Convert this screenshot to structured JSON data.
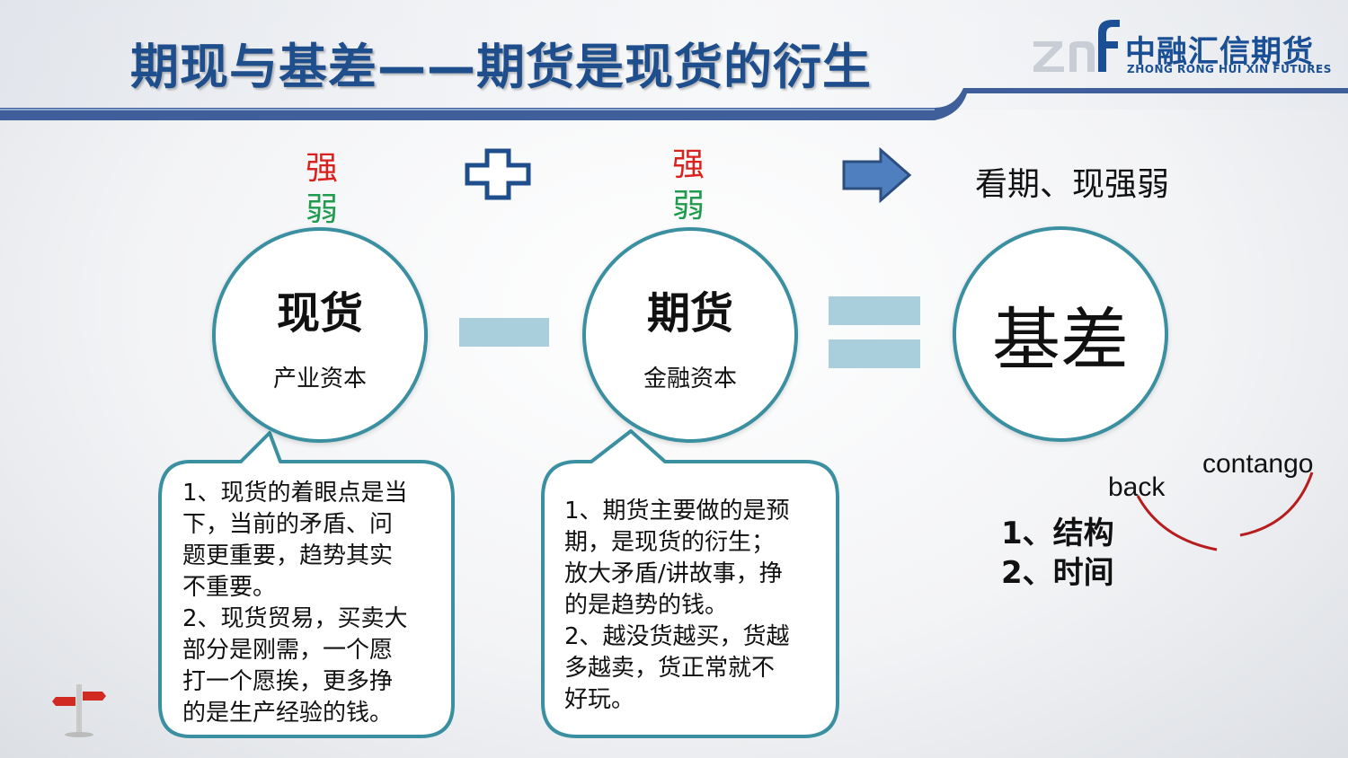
{
  "header": {
    "title": "期现与基差——期货是现货的衍生",
    "logo_cn": "中融汇信期货",
    "logo_en": "ZHONG RONG HUI XIN FUTURES",
    "logo_mark": "znf"
  },
  "spot": {
    "strong": "强",
    "weak": "弱",
    "title": "现货",
    "subtitle": "产业资本",
    "bubble": "1、现货的着眼点是当\n下，当前的矛盾、问\n题更重要，趋势其实\n不重要。\n2、现货贸易，买卖大\n部分是刚需，一个愿\n打一个愿挨，更多挣\n的是生产经验的钱。"
  },
  "futures": {
    "strong": "强",
    "weak": "弱",
    "title": "期货",
    "subtitle": "金融资本",
    "bubble": "1、期货主要做的是预\n期，是现货的衍生；\n放大矛盾/讲故事，挣\n的是趋势的钱。\n2、越没货越买，货越\n多越卖，货正常就不\n好玩。"
  },
  "basis": {
    "title": "基差",
    "look": "看期、现强弱",
    "back": "back",
    "contango": "contango",
    "points": [
      "1、结构",
      "2、时间"
    ]
  },
  "icons": {
    "plus": "plus-outline-icon",
    "minus": "minus-bar-icon",
    "equals": "equals-bars-icon",
    "arrow": "right-arrow-icon",
    "signpost": "signpost-icon"
  },
  "colors": {
    "title": "#1f4e8c",
    "strong": "#d9211e",
    "weak": "#1f9b4d",
    "circle_border": "#3a8fa0",
    "operator": "#a9cfdc",
    "arrow_fill": "#4f7fbf",
    "curve": "#b81d1d"
  }
}
